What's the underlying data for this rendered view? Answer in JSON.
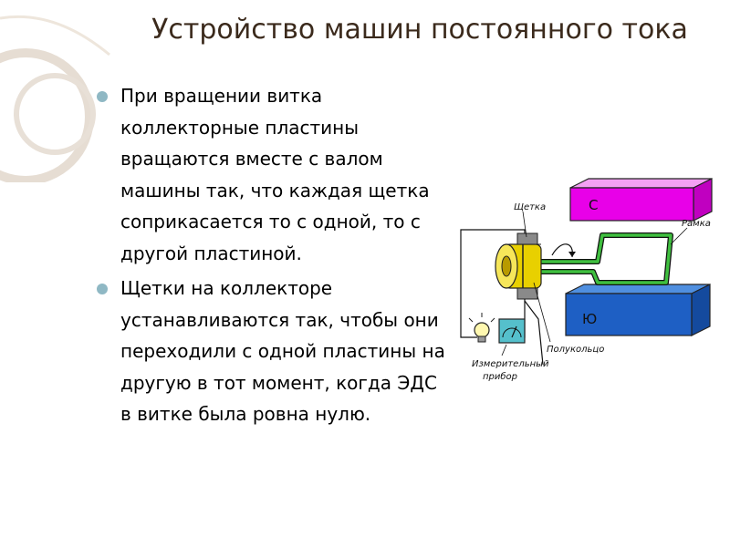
{
  "slide": {
    "title": "Устройство машин постоянного тока",
    "bullets": [
      "При вращении витка коллекторные пластины вращаются вместе с валом машины так, что каждая щетка соприкасается то с одной, то с другой пластиной.",
      "Щетки на коллекторе устанавливаются так, чтобы они переходили с одной пластины на другую в тот момент, когда ЭДС в витке была ровна нулю."
    ]
  },
  "figure": {
    "labels": {
      "brush": "Щетка",
      "frame": "Рамка",
      "half_ring": "Полукольцо",
      "meter_line1": "Измерительный",
      "meter_line2": "прибор"
    },
    "poles": {
      "north": "С",
      "south": "Ю"
    }
  },
  "colors": {
    "accent": "#8fb8c4",
    "pole_north": "#e800e8",
    "pole_south": "#1e5fc4",
    "wire": "#3fbf3f",
    "commutator": "#e8d000"
  }
}
